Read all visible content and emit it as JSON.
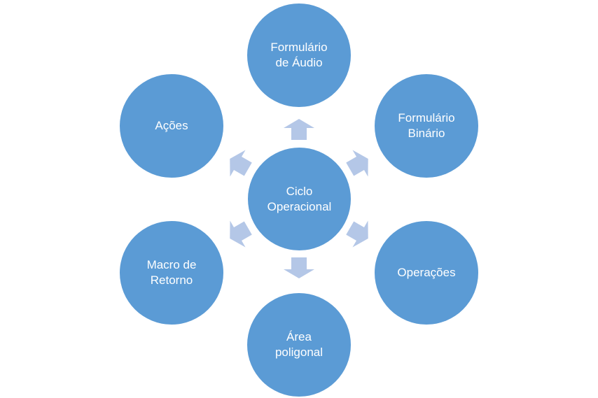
{
  "diagram": {
    "center": {
      "label": "Ciclo\nOperacional"
    },
    "nodes": [
      {
        "label": "Formulário\nde Áudio"
      },
      {
        "label": "Formulário\nBinário"
      },
      {
        "label": "Operações"
      },
      {
        "label": "Área\npoligonal"
      },
      {
        "label": "Macro de\nRetorno"
      },
      {
        "label": "Ações"
      }
    ]
  },
  "colors": {
    "node_fill": "#5b9bd5",
    "arrow_fill": "#b4c7e7",
    "text": "#ffffff"
  }
}
